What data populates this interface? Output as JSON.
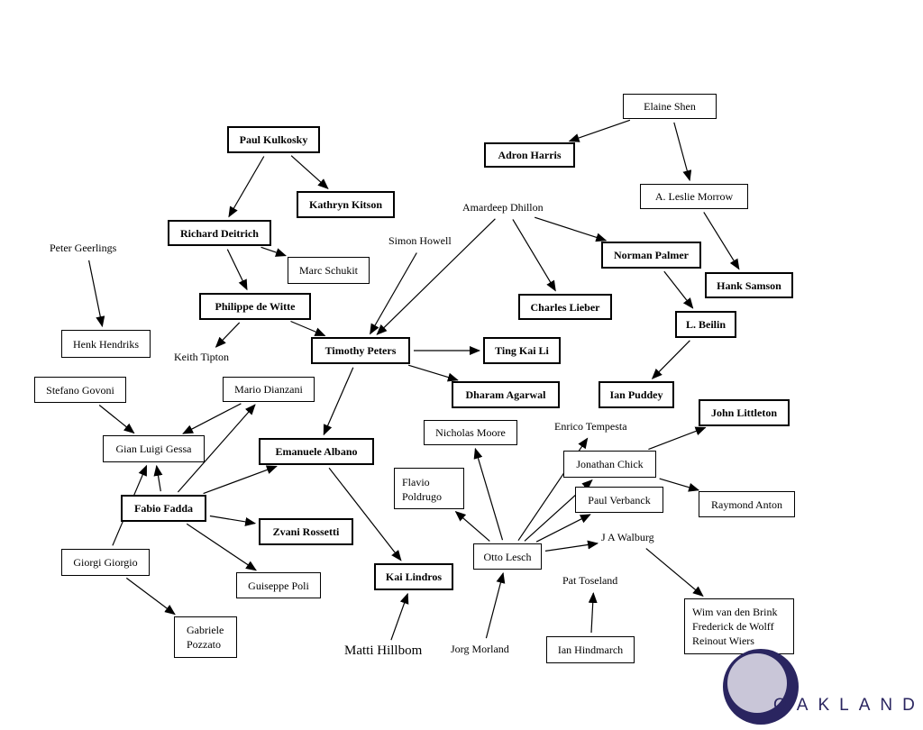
{
  "nodes": {
    "paul_kulkosky": "Paul Kulkosky",
    "kathryn_kitson": "Kathryn Kitson",
    "richard_deitrich": "Richard Deitrich",
    "marc_schukit": "Marc Schukit",
    "philippe_de_witte": "Philippe de Witte",
    "keith_tipton": "Keith Tipton",
    "peter_geerlings": "Peter Geerlings",
    "henk_hendriks": "Henk Hendriks",
    "simon_howell": "Simon Howell",
    "amardeep_dhillon": "Amardeep Dhillon",
    "elaine_shen": "Elaine Shen",
    "adron_harris": "Adron Harris",
    "leslie_morrow": "A. Leslie Morrow",
    "norman_palmer": "Norman Palmer",
    "hank_samson": "Hank Samson",
    "charles_lieber": "Charles Lieber",
    "l_beilin": "L. Beilin",
    "timothy_peters": "Timothy Peters",
    "ting_kai_li": "Ting Kai Li",
    "dharam_agarwal": "Dharam Agarwal",
    "ian_puddey": "Ian Puddey",
    "stefano_govoni": "Stefano Govoni",
    "mario_dianzani": "Mario Dianzani",
    "gian_luigi_gessa": "Gian Luigi Gessa",
    "emanuele_albano": "Emanuele Albano",
    "fabio_fadda": "Fabio Fadda",
    "zvani_rossetti": "Zvani Rossetti",
    "giorgi_giorgio": "Giorgi Giorgio",
    "guiseppe_poli": "Guiseppe Poli",
    "gabriele_pozzato": "Gabriele\n  Pozzato",
    "kai_lindros": "Kai Lindros",
    "matti_hillbom": "Matti Hillbom",
    "nicholas_moore": "Nicholas Moore",
    "enrico_tempesta": "Enrico Tempesta",
    "flavio_poldrugo": "Flavio\nPoldrugo",
    "jonathan_chick": "Jonathan Chick",
    "john_littleton": "John Littleton",
    "raymond_anton": "Raymond Anton",
    "paul_verbanck": "Paul Verbanck",
    "ja_walburg": "J A  Walburg",
    "otto_lesch": "Otto Lesch",
    "pat_toseland": "Pat Toseland",
    "jorg_morland": "Jorg Morland",
    "ian_hindmarch": "Ian Hindmarch",
    "wim_group": "Wim van den Brink\nFrederick de Wolff\nReinout Wiers"
  },
  "logo": {
    "text": "OAKLAND",
    "colors": {
      "ring": "#2a2560",
      "disc": "#c9c6d8"
    }
  },
  "colors": {
    "line": "#000000",
    "background": "#ffffff"
  },
  "edges": [
    [
      "paul_kulkosky",
      "richard_deitrich"
    ],
    [
      "paul_kulkosky",
      "kathryn_kitson"
    ],
    [
      "richard_deitrich",
      "marc_schukit"
    ],
    [
      "richard_deitrich",
      "philippe_de_witte"
    ],
    [
      "philippe_de_witte",
      "keith_tipton"
    ],
    [
      "philippe_de_witte",
      "timothy_peters"
    ],
    [
      "peter_geerlings",
      "henk_hendriks"
    ],
    [
      "simon_howell",
      "timothy_peters"
    ],
    [
      "amardeep_dhillon",
      "timothy_peters"
    ],
    [
      "amardeep_dhillon",
      "charles_lieber"
    ],
    [
      "amardeep_dhillon",
      "norman_palmer"
    ],
    [
      "elaine_shen",
      "adron_harris"
    ],
    [
      "elaine_shen",
      "leslie_morrow"
    ],
    [
      "leslie_morrow",
      "hank_samson"
    ],
    [
      "norman_palmer",
      "l_beilin"
    ],
    [
      "l_beilin",
      "ian_puddey"
    ],
    [
      "timothy_peters",
      "ting_kai_li"
    ],
    [
      "timothy_peters",
      "dharam_agarwal"
    ],
    [
      "timothy_peters",
      "emanuele_albano"
    ],
    [
      "stefano_govoni",
      "gian_luigi_gessa"
    ],
    [
      "mario_dianzani",
      "gian_luigi_gessa"
    ],
    [
      "fabio_fadda",
      "gian_luigi_gessa"
    ],
    [
      "fabio_fadda",
      "mario_dianzani"
    ],
    [
      "fabio_fadda",
      "emanuele_albano"
    ],
    [
      "fabio_fadda",
      "zvani_rossetti"
    ],
    [
      "fabio_fadda",
      "guiseppe_poli"
    ],
    [
      "giorgi_giorgio",
      "gian_luigi_gessa"
    ],
    [
      "giorgi_giorgio",
      "gabriele_pozzato"
    ],
    [
      "emanuele_albano",
      "kai_lindros"
    ],
    [
      "matti_hillbom",
      "kai_lindros"
    ],
    [
      "otto_lesch",
      "nicholas_moore"
    ],
    [
      "otto_lesch",
      "enrico_tempesta"
    ],
    [
      "otto_lesch",
      "jonathan_chick"
    ],
    [
      "otto_lesch",
      "paul_verbanck"
    ],
    [
      "otto_lesch",
      "ja_walburg"
    ],
    [
      "otto_lesch",
      "flavio_poldrugo"
    ],
    [
      "jonathan_chick",
      "john_littleton"
    ],
    [
      "jonathan_chick",
      "raymond_anton"
    ],
    [
      "ja_walburg",
      "wim_group"
    ],
    [
      "jorg_morland",
      "otto_lesch"
    ],
    [
      "ian_hindmarch",
      "pat_toseland"
    ]
  ]
}
